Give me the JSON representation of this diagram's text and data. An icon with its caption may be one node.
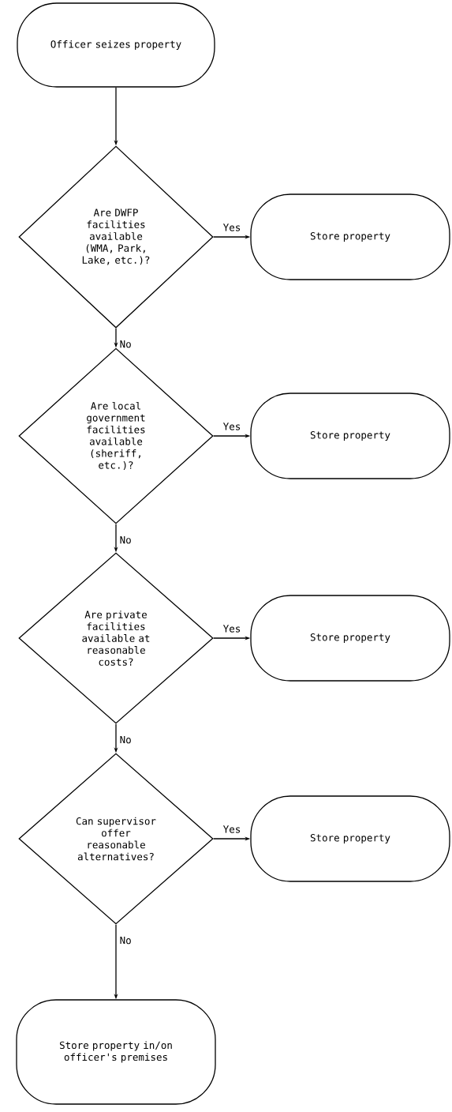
{
  "diagram": {
    "nodes": [
      {
        "text": [
          "Officer seizes property"
        ]
      },
      {
        "text": [
          "Are DWFP facilities available (WMA, Park, Lake, etc.)?"
        ]
      },
      {
        "text": [
          "Store property"
        ]
      },
      {
        "text": [
          "Are local government facilities available (sheriff, etc.)?"
        ]
      },
      {
        "text": [
          "Store property"
        ]
      },
      {
        "text": [
          "Are private facilities available at reasonable costs?"
        ]
      },
      {
        "text": [
          "Store property"
        ]
      },
      {
        "text": [
          "Can supervisor offer reasonable alternatives?"
        ]
      },
      {
        "text": [
          "Store property"
        ]
      },
      {
        "text": [
          "Store property in/on officer's premises"
        ]
      }
    ],
    "edges": [
      {
        "from": 0,
        "to": 1,
        "arrow": "to"
      },
      {
        "from": 1,
        "to": 2,
        "arrow": "to",
        "label": "Yes"
      },
      {
        "from": 1,
        "to": 3,
        "arrow": "to",
        "label": "No"
      },
      {
        "from": 3,
        "to": 4,
        "arrow": "to",
        "label": "Yes"
      },
      {
        "from": 3,
        "to": 5,
        "arrow": "to",
        "label": "No"
      },
      {
        "from": 5,
        "to": 6,
        "arrow": "to",
        "label": "Yes"
      },
      {
        "from": 5,
        "to": 7,
        "arrow": "to",
        "label": "No"
      },
      {
        "from": 7,
        "to": 8,
        "arrow": "to",
        "label": "Yes"
      },
      {
        "from": 7,
        "to": 9,
        "arrow": "to",
        "label": "No"
      }
    ]
  }
}
